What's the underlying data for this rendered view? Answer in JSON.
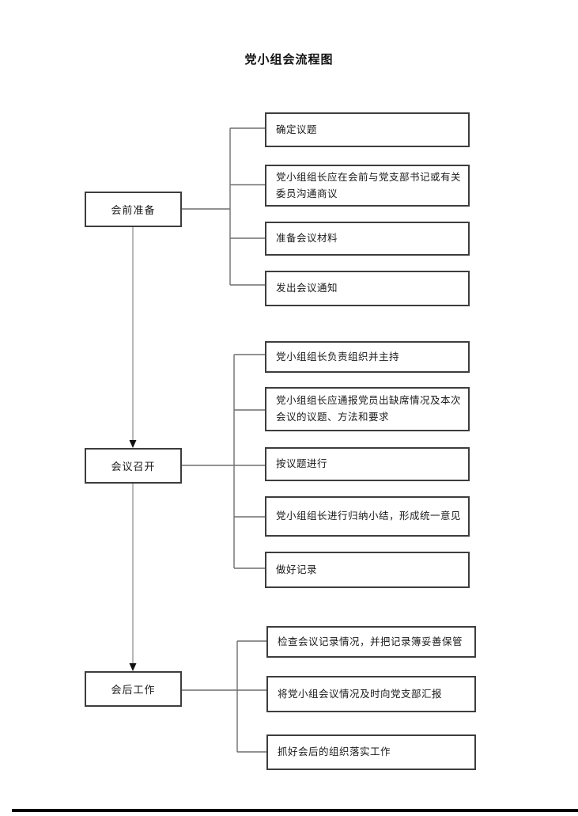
{
  "title": "党小组会流程图",
  "flowchart": {
    "stages": [
      {
        "label": "会前准备",
        "items": [
          "确定议题",
          "党小组组长应在会前与党支部书记或有关委员沟通商议",
          "准备会议材料",
          "发出会议通知"
        ]
      },
      {
        "label": "会议召开",
        "items": [
          "党小组组长负责组织并主持",
          "党小组组长应通报党员出缺席情况及本次会议的议题、方法和要求",
          "按议题进行",
          "党小组组长进行归纳小结，形成统一意见",
          "做好记录"
        ]
      },
      {
        "label": "会后工作",
        "items": [
          "检查会议记录情况，并把记录簿妥善保管",
          "将党小组会议情况及时向党支部汇报",
          "抓好会后的组织落实工作"
        ]
      }
    ]
  },
  "colors": {
    "box_border": "#3d3d3d",
    "connector_line": "#6f6f6f",
    "arrow_head": "#111111",
    "background": "#ffffff",
    "text": "#1a1a1a"
  }
}
